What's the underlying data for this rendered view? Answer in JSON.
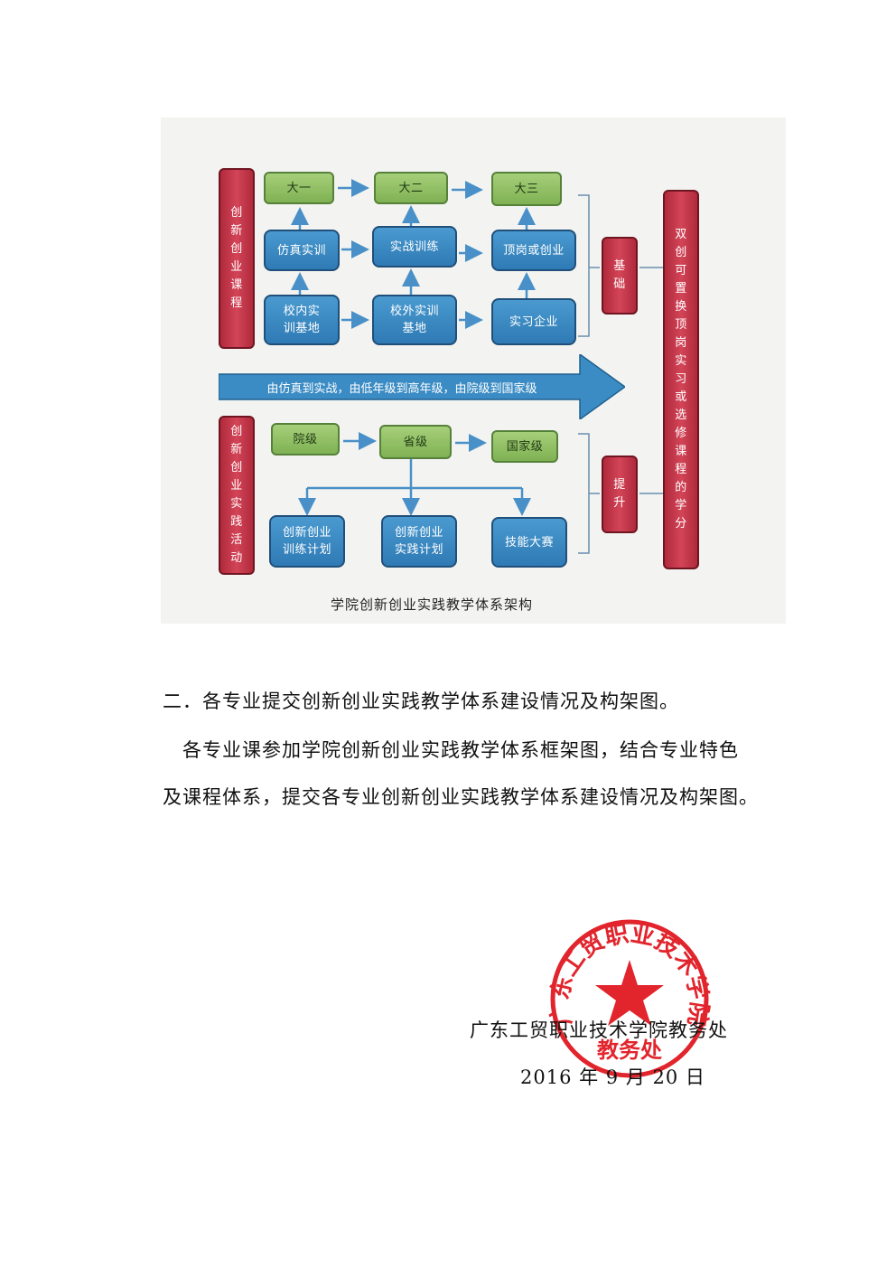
{
  "diagram": {
    "left_bar_top": "创新创业课程",
    "left_bar_bottom": "创新创业实践活动",
    "years": [
      "大一",
      "大二",
      "大三"
    ],
    "row_training": [
      "仿真实训",
      "实战训练",
      "顶岗或创业"
    ],
    "row_bases": [
      "校内实训基地",
      "校外实训基地",
      "实习企业"
    ],
    "arrow_text": "由仿真到实战，由低年级到高年级，由院级到国家级",
    "levels": [
      "院级",
      "省级",
      "国家级"
    ],
    "activities": [
      "创新创业训练计划",
      "创新创业实践计划",
      "技能大赛"
    ],
    "mid_top": "基础",
    "mid_bottom": "提升",
    "right_bar": "双创可置换顶岗实习或选修课程的学分",
    "caption": "学院创新创业实践教学体系架构",
    "colors": {
      "green": "#8fbf63",
      "blue": "#3585c0",
      "red": "#c73a4d",
      "arrow": "#3b8cc4"
    }
  },
  "section": {
    "heading": "二．各专业提交创新创业实践教学体系建设情况及构架图。",
    "line1": "各专业课参加学院创新创业实践教学体系框架图，结合专业特色",
    "line2": "及课程体系，提交各专业创新创业实践教学体系建设情况及构架图。"
  },
  "signature": {
    "org": "广东工贸职业技术学院教务处",
    "date": "2016 年 9 月 20 日"
  },
  "stamp": {
    "ring_text": "广东工贸职业技术学院",
    "center_text": "教务处",
    "color": "#e2242c"
  }
}
